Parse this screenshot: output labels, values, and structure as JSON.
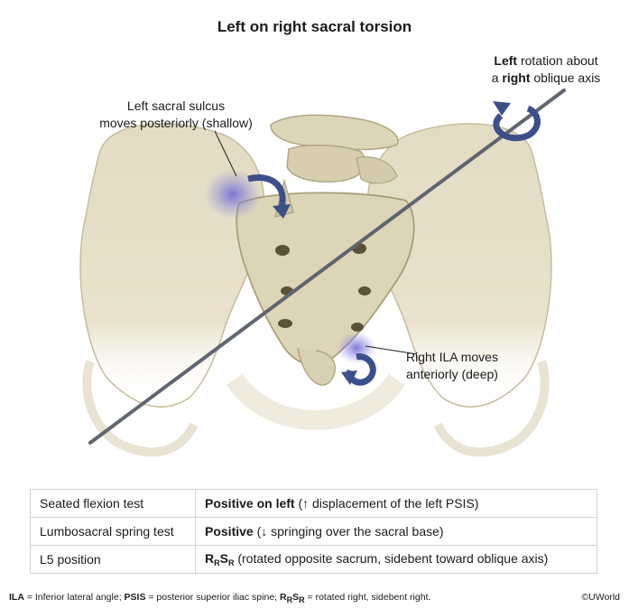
{
  "title": "Left on right sacral torsion",
  "labels": {
    "sulcus_line1": "Left sacral sulcus",
    "sulcus_line2": "moves posteriorly (shallow)",
    "rotation_l1_bold": "Left",
    "rotation_l1_rest": " rotation about",
    "rotation_l2_pre": "a ",
    "rotation_l2_bold": "right",
    "rotation_l2_rest": " oblique axis",
    "ila_line1": "Right ILA moves",
    "ila_line2": "anteriorly (deep)"
  },
  "table": {
    "rows": [
      {
        "test": "Seated flexion test",
        "result_bold": "Positive on left",
        "result_rest": " (↑ displacement of the left PSIS)"
      },
      {
        "test": "Lumbosacral spring test",
        "result_bold": "Positive",
        "result_rest": " (↓ springing over the sacral base)"
      },
      {
        "test": "L5 position",
        "r_main": "R",
        "r_sub": "R",
        "s_main": "S",
        "s_sub": "R",
        "result_rest": " (rotated opposite sacrum, sidebent toward oblique axis)"
      }
    ]
  },
  "footnote": {
    "ila_abbr": "ILA",
    "ila_def": " = Inferior lateral angle; ",
    "psis_abbr": "PSIS",
    "psis_def": " = posterior superior iliac spine; ",
    "rs_r": "R",
    "rs_r_sub": "R",
    "rs_s": "S",
    "rs_s_sub": "R",
    "rs_def": " = rotated right, sidebent right."
  },
  "credit": "©UWorld",
  "colors": {
    "bone": "#e3dcc3",
    "bone_shadow": "#bdb393",
    "arrow_blue": "#3b4f8a",
    "highlight": "#7b78d8",
    "axis": "#5f6670"
  }
}
